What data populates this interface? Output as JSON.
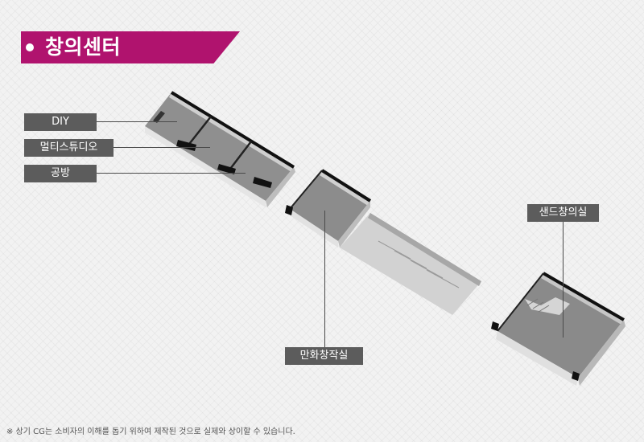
{
  "header": {
    "title": "창의센터"
  },
  "labels": {
    "diy": "DIY",
    "multi_studio": "멀티스튜디오",
    "workshop": "공방",
    "sand_creative": "샌드창의실",
    "comic_creative": "만화창작실"
  },
  "footnote": "※ 상기 CG는 소비자의 이해를 돕기 위하여 제작된 것으로 실제와 상이할 수 있습니다.",
  "colors": {
    "accent": "#b0136e",
    "tag_bg": "#5c5c5c"
  }
}
